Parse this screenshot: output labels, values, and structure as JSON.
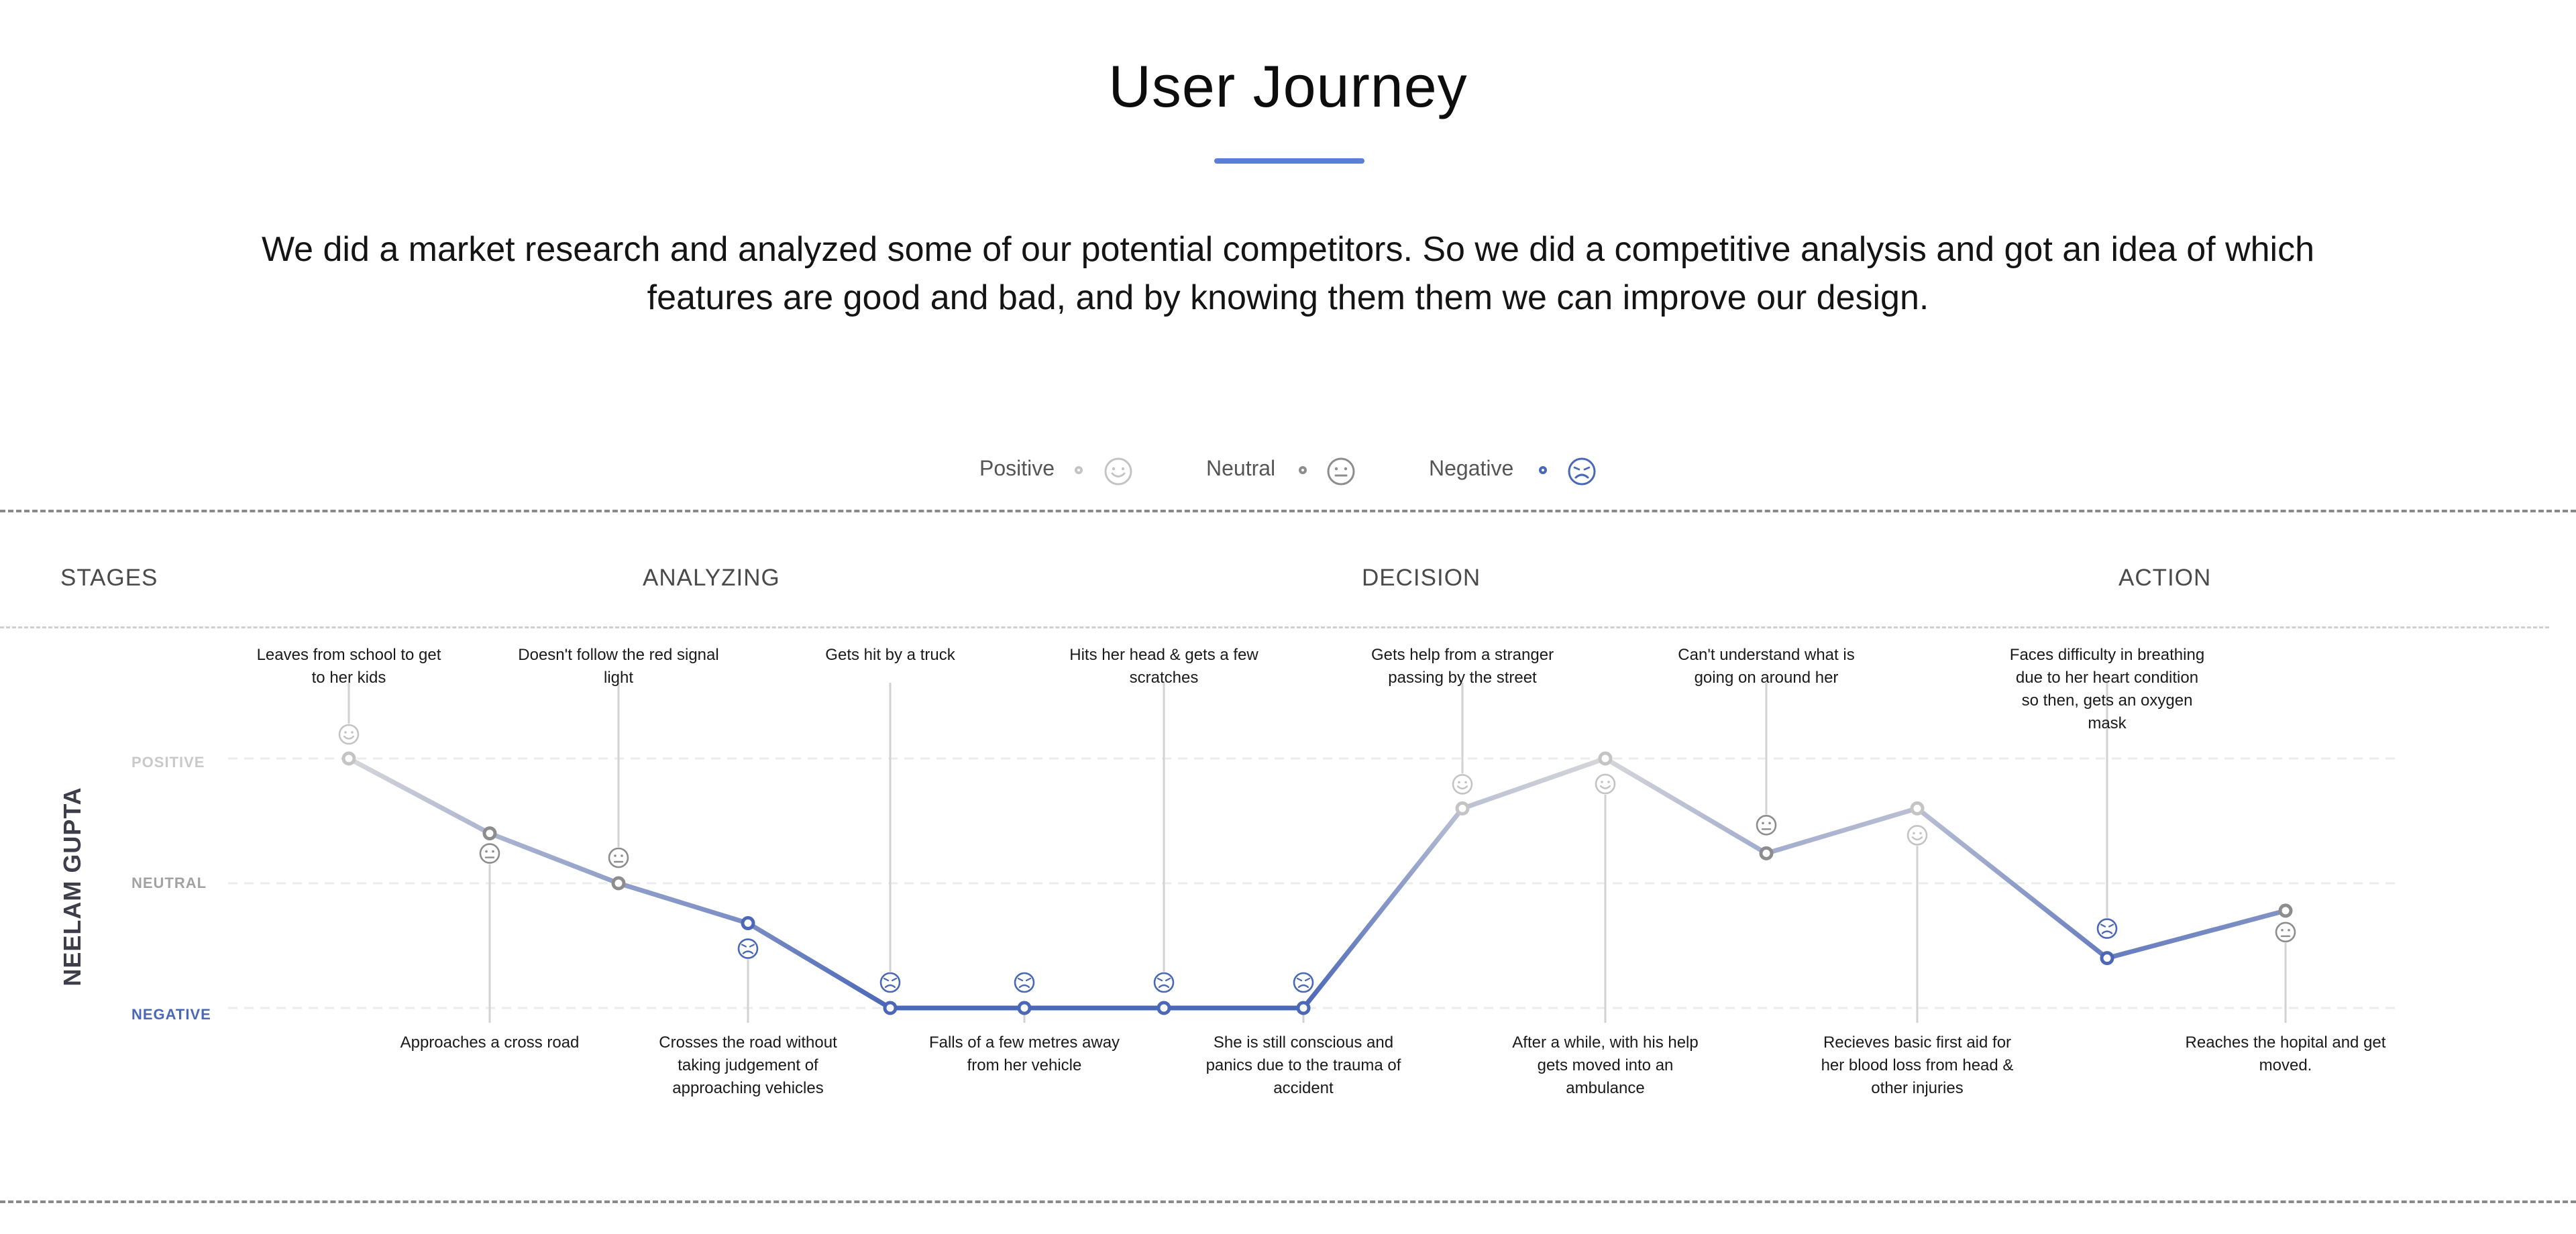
{
  "header": {
    "title": "User Journey",
    "intro": "We did a market research and analyzed some of our potential competitors.  So we did a competitive analysis and got an idea of which features are good and bad, and by knowing them them we can improve our design."
  },
  "legend": [
    {
      "label": "Positive",
      "color": "#c4c4c4",
      "icon": "smile-icon"
    },
    {
      "label": "Neutral",
      "color": "#8d8d8d",
      "icon": "neutral-face-icon"
    },
    {
      "label": "Negative",
      "color": "#4a67b8",
      "icon": "sad-face-icon"
    }
  ],
  "colors": {
    "positive": "#c4c4c4",
    "neutral": "#8d8d8d",
    "negative": "#4a67b8",
    "accent": "#5a7fd6"
  },
  "stages_label": "STAGES",
  "stages": [
    "ANALYZING",
    "DECISION",
    "ACTION"
  ],
  "persona": "NEELAM GUPTA",
  "levels": {
    "positive": "POSITIVE",
    "neutral": "NEUTRAL",
    "negative": "NEGATIVE"
  },
  "chart_data": {
    "type": "line",
    "y_levels": [
      "NEGATIVE",
      "NEUTRAL",
      "POSITIVE"
    ],
    "points": [
      {
        "sentiment": 1.0,
        "mood": "positive",
        "text": "Leaves from school to get to her kids"
      },
      {
        "sentiment": 0.7,
        "mood": "neutral",
        "text": "Approaches a cross road"
      },
      {
        "sentiment": 0.5,
        "mood": "neutral",
        "text": "Doesn't follow the red signal light"
      },
      {
        "sentiment": 0.34,
        "mood": "negative",
        "text": "Crosses the road without taking judgement of approaching vehicles"
      },
      {
        "sentiment": 0.0,
        "mood": "negative",
        "text": "Gets hit by a truck"
      },
      {
        "sentiment": 0.0,
        "mood": "negative",
        "text": "Falls of a few metres away from her vehicle"
      },
      {
        "sentiment": 0.0,
        "mood": "negative",
        "text": "Hits her head & gets a few scratches"
      },
      {
        "sentiment": 0.0,
        "mood": "negative",
        "text": "She is still conscious and panics due to the trauma of accident"
      },
      {
        "sentiment": 0.8,
        "mood": "positive",
        "text": "Gets help from a stranger passing by the street"
      },
      {
        "sentiment": 1.0,
        "mood": "positive",
        "text": "After a while, with his help gets moved into an ambulance"
      },
      {
        "sentiment": 0.62,
        "mood": "neutral",
        "text": "Can't understand what is going on around her"
      },
      {
        "sentiment": 0.8,
        "mood": "positive",
        "text": "Recieves basic first aid for her blood loss from head & other injuries"
      },
      {
        "sentiment": 0.2,
        "mood": "negative",
        "text": "Faces difficulty in breathing due to her heart condition so then, gets an oxygen mask"
      },
      {
        "sentiment": 0.39,
        "mood": "neutral",
        "text": "Reaches the hopital and get moved."
      }
    ]
  }
}
